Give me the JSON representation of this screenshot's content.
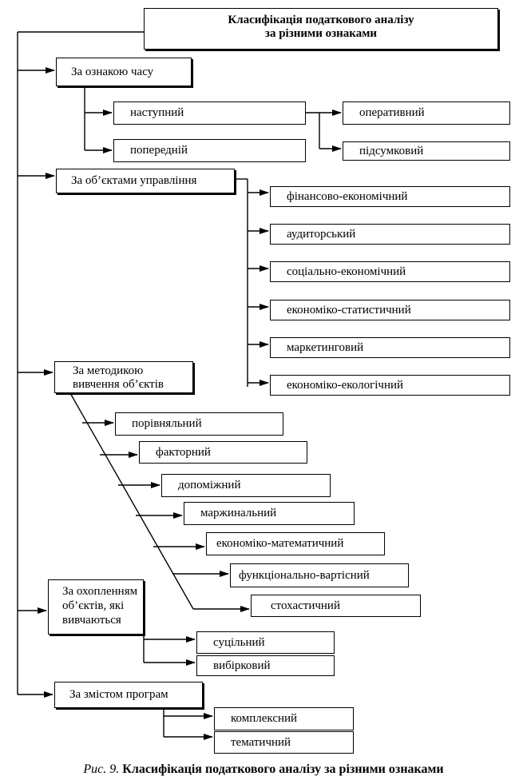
{
  "diagram": {
    "title_line1": "Класифікація податкового аналізу",
    "title_line2": "за різними ознаками",
    "groups": [
      {
        "label": "За ознакою часу",
        "children": [
          "наступний",
          "попередній"
        ],
        "subchildren": [
          "оперативний",
          "підсумковий"
        ]
      },
      {
        "label": "За об’єктами управління",
        "children": [
          "фінансово-економічний",
          "аудиторський",
          "соціально-економічний",
          "економіко-статистичний",
          "маркетинговий",
          "економіко-екологічний"
        ]
      },
      {
        "label_line1": "За методикою",
        "label_line2": "вивчення об’єктів",
        "children": [
          "порівняльний",
          "факторний",
          "допоміжний",
          "маржинальний",
          "економіко-математичний",
          "функціонально-вартісний",
          "стохастичний"
        ]
      },
      {
        "label_line1": "За охопленням",
        "label_line2": "об’єктів, які",
        "label_line3": "вивчаються",
        "children": [
          "суцільний",
          "вибірковий"
        ]
      },
      {
        "label": "За змістом програм",
        "children": [
          "комплексний",
          "тематичний"
        ]
      }
    ]
  },
  "caption": {
    "figure_label": "Рис. 9.",
    "text": "Класифікація податкового аналізу за різними ознаками"
  }
}
